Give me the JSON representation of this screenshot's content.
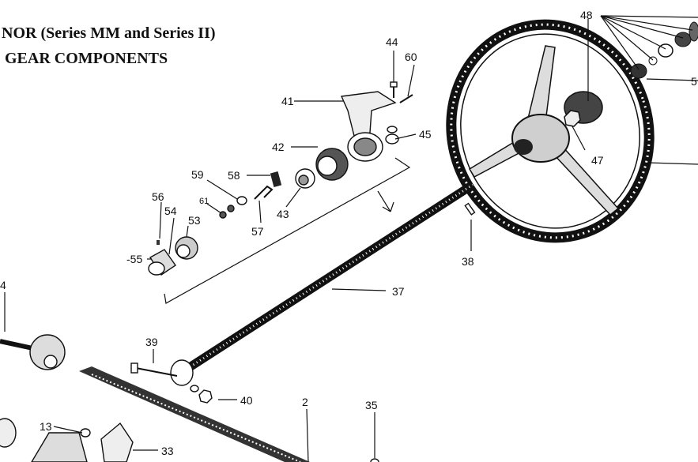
{
  "title": {
    "line1": "NOR (Series MM and Series II)",
    "line2": "GEAR COMPONENTS"
  },
  "callouts": {
    "c44": "44",
    "c60": "60",
    "c41": "41",
    "c42": "42",
    "c45": "45",
    "c48": "48",
    "c5": "5",
    "c47": "47",
    "c59": "59",
    "c58": "58",
    "c61": "61",
    "c56": "56",
    "c54": "54",
    "c53": "53",
    "c57": "57",
    "c43": "43",
    "c55": "-55",
    "c38": "38",
    "c37": "37",
    "c4": "4",
    "c39": "39",
    "c40": "40",
    "c2": "2",
    "c35": "35",
    "c13": "13",
    "c33": "33"
  },
  "colors": {
    "ink": "#111111",
    "paper": "#ffffff"
  }
}
